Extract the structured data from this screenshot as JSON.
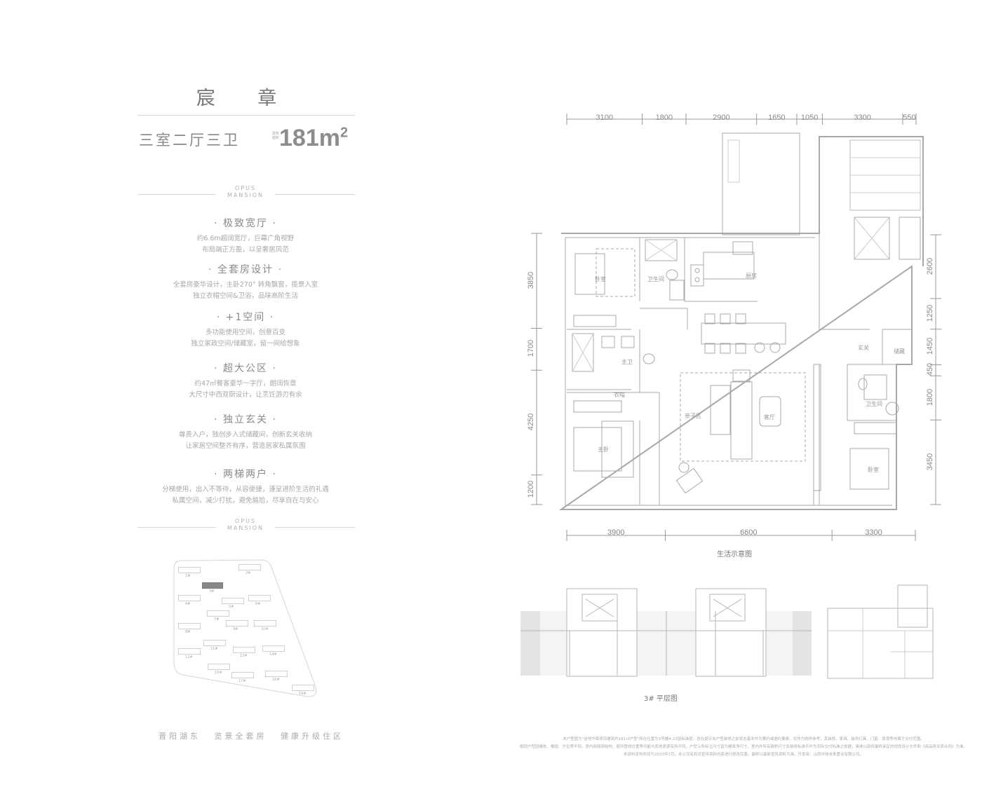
{
  "header": {
    "project_name": "宸 章",
    "layout": "三室二厅三卫",
    "area_label": "建筑面积",
    "area_value": "181m",
    "area_unit_sup": "2"
  },
  "brand": {
    "line1": "OPUS",
    "line2": "MANSION"
  },
  "features": [
    {
      "title": "· 极致宽厅 ·",
      "lines": [
        "约6.6m超阔宽厅，巨幕广角视野",
        "布局端正方盈，以呈奢居风范"
      ]
    },
    {
      "title": "· 全套房设计 ·",
      "lines": [
        "全套房豪华设计，主卧270° 转角飘窗，揽景入室",
        "独立衣帽空间&卫浴，品味高阶生活"
      ]
    },
    {
      "title": "· +1空间 ·",
      "lines": [
        "多功能使用空间，创意百变",
        "独立家政空间/储藏室，留一间给想象"
      ]
    },
    {
      "title": "· 超大公区 ·",
      "lines": [
        "约47㎡餐客豪华一字厅，朗阔恢章",
        "大尺寸中西双厨设计，让烹饪游刃有余"
      ]
    },
    {
      "title": "· 独立玄关 ·",
      "lines": [
        "尊贵入户，独创步入式储藏间，创新玄关收纳",
        "让家居空间整齐有序，营造居家私属氛围"
      ]
    },
    {
      "title": "· 两梯两户 ·",
      "lines": [
        "分梯使用，出入不等待，从容便捷，谨呈进阶生活的礼遇",
        "私属空间，减少打扰，避免尴尬，尽享自在与安心"
      ]
    }
  ],
  "site_map": {
    "buildings": [
      "1#",
      "2#",
      "3#",
      "4#",
      "5#",
      "6#",
      "7#",
      "8#",
      "9#",
      "10#",
      "11#",
      "12#",
      "13#",
      "14#",
      "16#",
      "17#",
      "18#",
      "19#"
    ]
  },
  "footer_slogan": "晋阳湖东 览景全套房 健康升级住区",
  "floor_plan": {
    "dims_top": [
      3100,
      1800,
      2900,
      1650,
      1050,
      3300,
      550
    ],
    "dims_left": [
      3850,
      1700,
      4250,
      1200
    ],
    "dims_right": [
      2600,
      1250,
      1450,
      450,
      1800,
      3450
    ],
    "dims_bottom": [
      3900,
      6600,
      3300
    ],
    "rooms": {
      "bedroom_2": "卧室",
      "bathroom_1": "卫生间",
      "kitchen": "厨房",
      "master_bath": "主卫",
      "closet": "衣帽",
      "family_zone": "亲子区",
      "living": "客厅",
      "master_bedroom": "主卧",
      "foyer": "玄关",
      "storage": "储藏",
      "bathroom_2": "卫生间",
      "bedroom_3": "卧室"
    },
    "caption": "生活示意图"
  },
  "floor_overview_caption": "3# 平层图",
  "disclaimer": [
    "本户型图为\"金地华章项目建筑约181㎡户型\"所在位置为3号楼4-23层标准层，旨在提示本户型装修之前状态基本作为要约或邀约要素，仅作为购房参考，其装修、家具、装饰灯具、门窗、景观等非属于交付范围。",
    "相同户型因楼栋、楼层、方位等不同，房内部局部结构、窗所管线位置等可能与其他房源有所不同，户型上所标注尺寸皆为建筑净尺寸，室内外所有面积尺寸及装修标准不作为实际交付标准之依据，具体以政府最终审定的规划设计文件和《商品房买卖合同》为准。",
    "本资料发布时间为2023年7月，本公司有权对宣传资料内容进行修改完善，最终以最新宣传资料为准。开发商：山西中体未来置业有限公司。"
  ]
}
